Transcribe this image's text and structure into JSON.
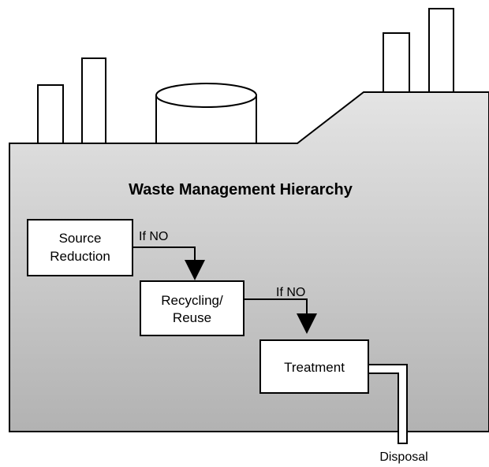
{
  "title": "Waste Management Hierarchy",
  "steps": [
    {
      "line1": "Source",
      "line2": "Reduction"
    },
    {
      "line1": "Recycling/",
      "line2": "Reuse"
    },
    {
      "line1": "Treatment"
    }
  ],
  "edges": [
    {
      "label": "If NO"
    },
    {
      "label": "If NO"
    }
  ],
  "outlet_label": "Disposal"
}
